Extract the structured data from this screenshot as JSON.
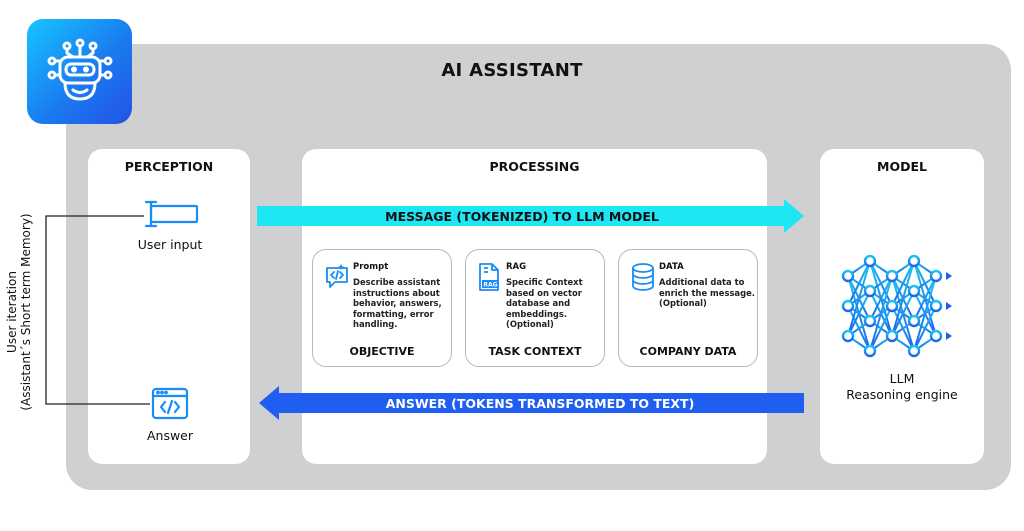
{
  "title": "AI ASSISTANT",
  "logo_icon": "robot-icon",
  "side_label": {
    "line1": "User iteration",
    "line2": "(Assistant´s Short term Memory)"
  },
  "perception": {
    "title": "PERCEPTION",
    "user_input_label": "User input",
    "answer_label": "Answer"
  },
  "processing": {
    "title": "PROCESSING",
    "cards": [
      {
        "head": "Prompt",
        "desc": "Describe assistant instructions about behavior, answers, formatting, error handling.",
        "foot": "OBJECTIVE",
        "icon": "chat-code-icon"
      },
      {
        "head": "RAG",
        "desc": "Specific Context based on vector database and embeddings. (Optional)",
        "foot": "TASK CONTEXT",
        "icon": "rag-file-icon",
        "icon_text": "RAG"
      },
      {
        "head": "DATA",
        "desc": "Additional data to enrich the message. (Optional)",
        "foot": "COMPANY DATA",
        "icon": "database-icon"
      }
    ]
  },
  "model": {
    "title": "MODEL",
    "caption_line1": "LLM",
    "caption_line2": "Reasoning engine",
    "icon": "neural-network-icon"
  },
  "arrows": {
    "message": "MESSAGE (TOKENIZED) TO LLM MODEL",
    "answer": "ANSWER (TOKENS TRANSFORMED TO TEXT)"
  },
  "colors": {
    "cyan_arrow": "#1fe6f4",
    "blue_arrow": "#1f5ef0",
    "panel_bg": "#cfd0d2",
    "icon_blue": "#1a8cf5"
  }
}
